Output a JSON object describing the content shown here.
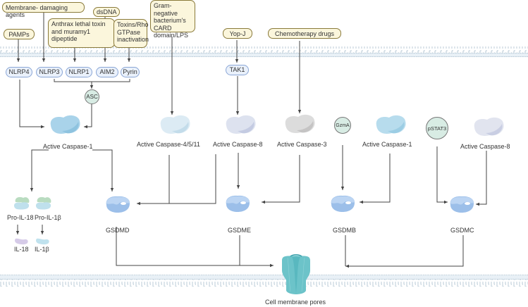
{
  "title": "Pyroptosis signaling pathways to gasdermin pore formation",
  "stimuli": {
    "membrane_damaging": "Membrane- damaging agents",
    "dsdna": "dsDNA",
    "pamps": "PAMPs",
    "anthrax": "Anthrax lethal toxin and muramy1 dipeptide",
    "toxins_rho": "Toxins/Rho GTPase inactivation",
    "gram_negative": "Gram-negative bacterium's CARD domain/LPS",
    "yopj": "Yop-J",
    "chemo": "Chemotherapy drugs"
  },
  "sensors": {
    "nlrp4": "NLRP4",
    "nlrp3": "NLRP3",
    "nlrp1": "NLRP1",
    "aim2": "AIM2",
    "pyrin": "Pyrin",
    "tak1": "TAK1"
  },
  "adaptors": {
    "asc": "ASC",
    "gzma": "GzmA",
    "pstat3": "pSTAT3"
  },
  "caspases": {
    "casp1_left": "Active Caspase-1",
    "casp4511": "Active Caspase-4/5/11",
    "casp8_mid": "Active Caspase-8",
    "casp3": "Active Caspase-3",
    "casp1_right": "Active Caspase-1",
    "casp8_right": "Active Caspase-8"
  },
  "cytokines": {
    "pro_il18": "Pro-IL-18",
    "pro_il1b": "Pro-IL-1β",
    "il18": "IL-18",
    "il1b": "IL-1β"
  },
  "gasdermins": {
    "gsdmd": "GSDMD",
    "gsdme": "GSDME",
    "gsdmb": "GSDMB",
    "gsdmc": "GSDMC"
  },
  "pore_label": "Cell membrane pores",
  "colors": {
    "stimulus_fill": "#fbf6dc",
    "stimulus_border": "#8a7a3a",
    "sensor_fill": "#eaf1fb",
    "sensor_border": "#8aa6d6",
    "circle_fill": "#d8ece4",
    "arrow": "#444444",
    "membrane": "#c9d9e6",
    "pore": "#6cc3c9",
    "gasdermin": "#a9c8ee"
  }
}
